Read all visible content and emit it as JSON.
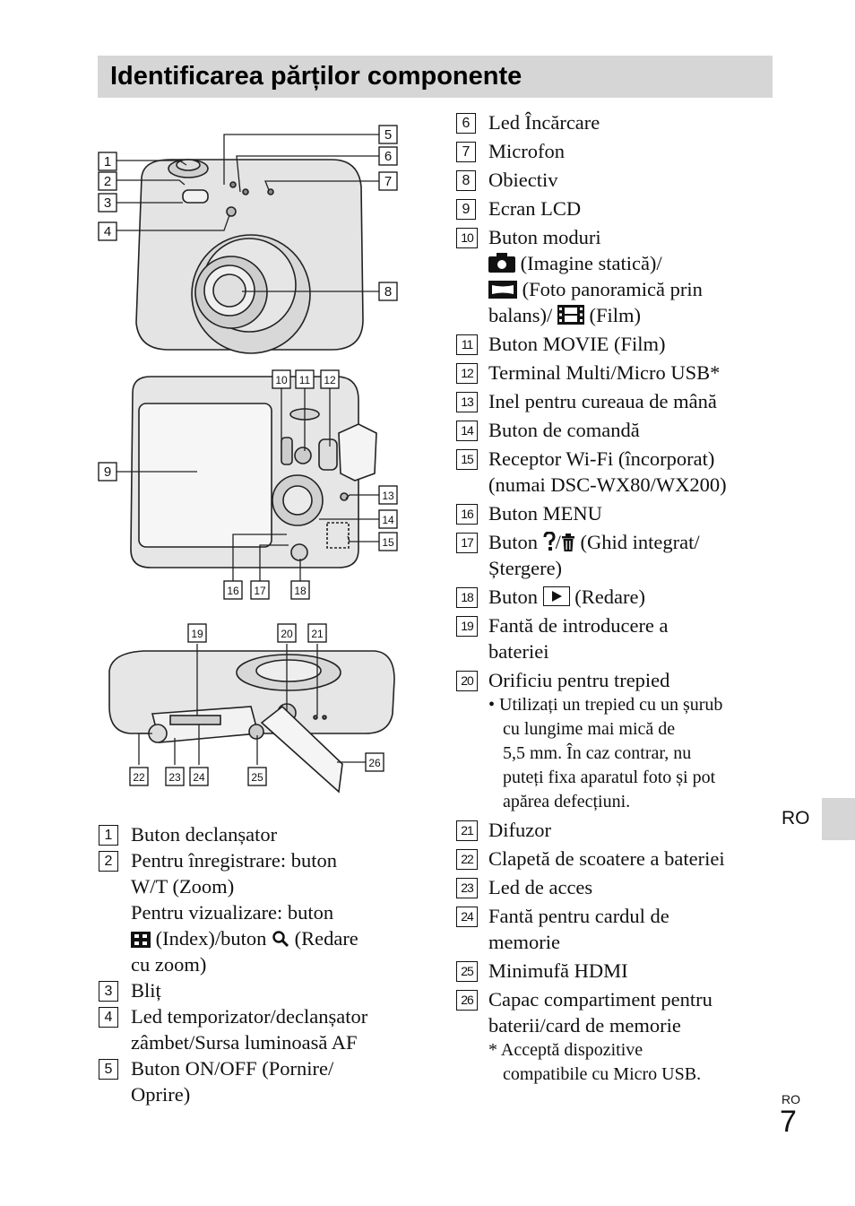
{
  "header": {
    "title": "Identificarea părților componente"
  },
  "figure": {
    "labels": [
      "1",
      "2",
      "3",
      "4",
      "5",
      "6",
      "7",
      "8",
      "9",
      "10",
      "11",
      "12",
      "13",
      "14",
      "15",
      "16",
      "17",
      "18",
      "19",
      "20",
      "21",
      "22",
      "23",
      "24",
      "25",
      "26"
    ]
  },
  "left_list": [
    {
      "n": "1",
      "text": "Buton declanșator"
    },
    {
      "n": "2",
      "lines": [
        "Pentru înregistrare: buton",
        "W/T (Zoom)",
        "Pentru vizualizare: buton"
      ],
      "index_text": "(Index)/buton",
      "zoom_text": "(Redare",
      "end_text": "cu zoom)"
    },
    {
      "n": "3",
      "text": "Bliț"
    },
    {
      "n": "4",
      "lines": [
        "Led temporizator/declanșator",
        "zâmbet/Sursa luminoasă AF"
      ]
    },
    {
      "n": "5",
      "lines": [
        "Buton ON/OFF (Pornire/",
        "Oprire)"
      ]
    }
  ],
  "right_list": {
    "i6": {
      "n": "6",
      "text": "Led Încărcare"
    },
    "i7": {
      "n": "7",
      "text": "Microfon"
    },
    "i8": {
      "n": "8",
      "text": "Obiectiv"
    },
    "i9": {
      "n": "9",
      "text": "Ecran LCD"
    },
    "i10": {
      "n": "10",
      "text": "Buton moduri",
      "still": "(Imagine statică)/",
      "pano_a": "(Foto panoramică prin",
      "pano_b": "balans)/",
      "film": "(Film)"
    },
    "i11": {
      "n": "11",
      "text": "Buton MOVIE (Film)"
    },
    "i12": {
      "n": "12",
      "text": "Terminal Multi/Micro USB*"
    },
    "i13": {
      "n": "13",
      "text": "Inel pentru cureaua de mână"
    },
    "i14": {
      "n": "14",
      "text": "Buton de comandă"
    },
    "i15": {
      "n": "15",
      "lines": [
        "Receptor Wi-Fi (încorporat)",
        "(numai DSC-WX80/WX200)"
      ]
    },
    "i16": {
      "n": "16",
      "text": "Buton MENU"
    },
    "i17": {
      "n": "17",
      "pre": "Buton",
      "post": "(Ghid integrat/",
      "line2": "Ștergere)"
    },
    "i18": {
      "n": "18",
      "pre": "Buton",
      "post": "(Redare)"
    },
    "i19": {
      "n": "19",
      "lines": [
        "Fantă de introducere a",
        "bateriei"
      ]
    },
    "i20": {
      "n": "20",
      "text": "Orificiu pentru trepied",
      "note": [
        "• Utilizați un trepied cu un șurub",
        "cu lungime mai mică de",
        "5,5 mm. În caz contrar, nu",
        "puteți fixa aparatul foto și pot",
        "apărea defecțiuni."
      ]
    },
    "i21": {
      "n": "21",
      "text": "Difuzor"
    },
    "i22": {
      "n": "22",
      "text": "Clapetă de scoatere a bateriei"
    },
    "i23": {
      "n": "23",
      "text": "Led de acces"
    },
    "i24": {
      "n": "24",
      "lines": [
        "Fantă pentru cardul de",
        "memorie"
      ]
    },
    "i25": {
      "n": "25",
      "text": "Minimufă HDMI"
    },
    "i26": {
      "n": "26",
      "lines": [
        "Capac compartiment pentru",
        "baterii/card de memorie"
      ],
      "note": [
        "* Acceptă dispozitive",
        "compatibile cu Micro USB."
      ]
    }
  },
  "side_tab": {
    "lang": "RO"
  },
  "page": {
    "lang": "RO",
    "number": "7"
  }
}
